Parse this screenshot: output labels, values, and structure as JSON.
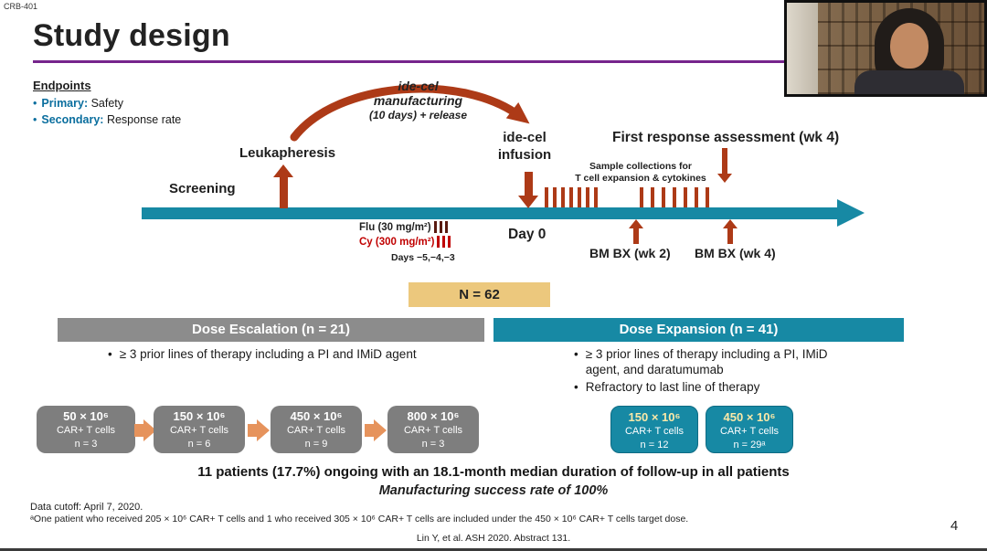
{
  "colors": {
    "purple": "#76258c",
    "teal": "#1789a4",
    "rust": "#ad3a17",
    "orange": "#e6935c",
    "gray_bar": "#8c8c8c",
    "gray_box": "#7e7e7e",
    "tan": "#ecc87d",
    "red": "#c00000",
    "blue_label": "#0a6e9e"
  },
  "slide": {
    "code": "CRB-401",
    "title": "Study design",
    "page_number": "4"
  },
  "endpoints": {
    "heading": "Endpoints",
    "primary_label": "Primary:",
    "primary_value": " Safety",
    "secondary_label": "Secondary:",
    "secondary_value": " Response rate"
  },
  "timeline": {
    "screening": "Screening",
    "leukapheresis": "Leukapheresis",
    "manufacturing_line1": "ide-cel",
    "manufacturing_line2": "manufacturing",
    "manufacturing_line3": "(10 days) + release",
    "infusion_line1": "ide-cel",
    "infusion_line2": "infusion",
    "first_response": "First response assessment (wk 4)",
    "sample_collections_line1": "Sample collections for",
    "sample_collections_line2": "T cell expansion & cytokines",
    "flu": "Flu (30 mg/m²)",
    "cy": "Cy (300 mg/m²)",
    "days": "Days −5,−4,−3",
    "day0": "Day 0",
    "bmbx_wk2": "BM BX (wk 2)",
    "bmbx_wk4": "BM BX (wk 4)"
  },
  "n_total": "N = 62",
  "dose_escalation": {
    "header": "Dose Escalation (n = 21)",
    "bullet1": "≥ 3 prior lines of therapy including a PI and IMiD agent",
    "doses": [
      {
        "dose": "50 × 10⁶",
        "cells": "CAR+ T cells",
        "n": "n = 3"
      },
      {
        "dose": "150 × 10⁶",
        "cells": "CAR+ T cells",
        "n": "n = 6"
      },
      {
        "dose": "450 × 10⁶",
        "cells": "CAR+ T cells",
        "n": "n = 9"
      },
      {
        "dose": "800 × 10⁶",
        "cells": "CAR+ T cells",
        "n": "n = 3"
      }
    ]
  },
  "dose_expansion": {
    "header": "Dose Expansion (n = 41)",
    "bullet1": "≥ 3 prior lines of therapy including a PI, IMiD agent, and daratumumab",
    "bullet2": "Refractory to last line of therapy",
    "doses": [
      {
        "dose": "150 × 10⁶",
        "cells": "CAR+ T cells",
        "n": "n = 12"
      },
      {
        "dose": "450 × 10⁶",
        "cells": "CAR+ T cells",
        "n": "n = 29ᵃ"
      }
    ]
  },
  "footer": {
    "summary": "11 patients (17.7%) ongoing with an 18.1-month median duration of follow-up in all patients",
    "manufacturing_success": "Manufacturing success rate of 100%",
    "data_cutoff": "Data cutoff: April 7, 2020.",
    "footnote": "ᵃOne patient who received 205 × 10⁶ CAR+ T cells and 1 who received 305 × 10⁶ CAR+ T cells are included under the 450 × 10⁶ CAR+ T cells target dose.",
    "citation": "Lin Y, et al. ASH 2020. Abstract 131."
  }
}
